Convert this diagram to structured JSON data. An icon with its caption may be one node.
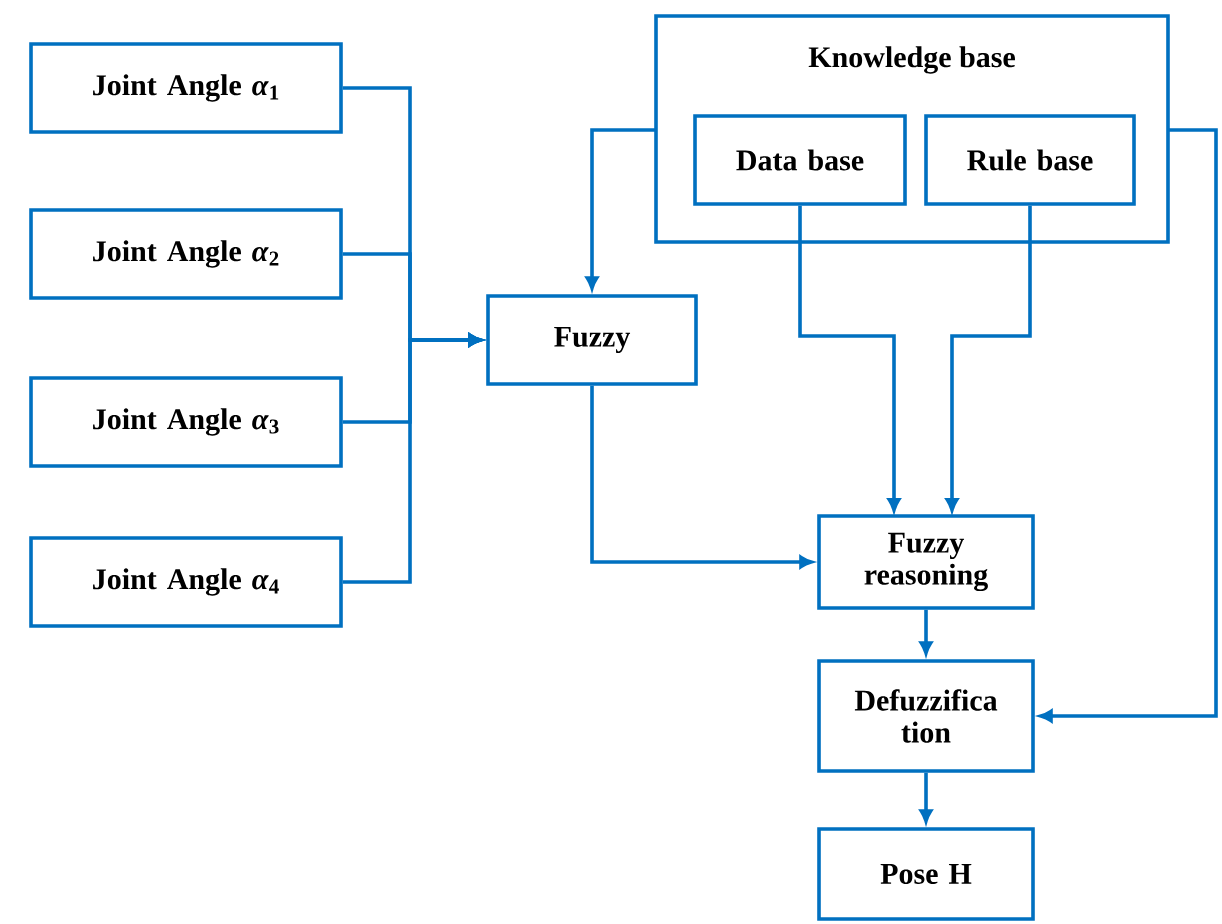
{
  "diagram": {
    "nodes": [
      {
        "text": [
          "Joint Angle *α*$_{1}$"
        ]
      },
      {
        "text": [
          "Joint Angle *α*$_{2}$"
        ]
      },
      {
        "text": [
          "Joint Angle *α*$_{3}$"
        ]
      },
      {
        "text": [
          "Joint Angle *α*$_{4}$"
        ]
      },
      {
        "text": [
          "Knowledge base"
        ]
      },
      {
        "text": [
          "Data base"
        ],
        "in": 4
      },
      {
        "text": [
          "Rule base"
        ],
        "in": 4
      },
      {
        "text": [
          "Fuzzy"
        ]
      },
      {
        "text": [
          "Fuzzy reasoning"
        ]
      },
      {
        "text": [
          "Defuzzifica tion"
        ]
      },
      {
        "text": [
          "Pose H"
        ]
      }
    ],
    "edges": [
      {
        "from": 0,
        "to": 7,
        "arrow": "to"
      },
      {
        "from": 1,
        "to": 7,
        "arrow": "to"
      },
      {
        "from": 2,
        "to": 7,
        "arrow": "to"
      },
      {
        "from": 3,
        "to": 7,
        "arrow": "to"
      },
      {
        "from": 4,
        "to": 7,
        "arrow": "to"
      },
      {
        "from": 4,
        "to": 9,
        "arrow": "to"
      },
      {
        "from": 5,
        "to": 8,
        "arrow": "to"
      },
      {
        "from": 6,
        "to": 8,
        "arrow": "to"
      },
      {
        "from": 7,
        "to": 8,
        "arrow": "to"
      },
      {
        "from": 8,
        "to": 9,
        "arrow": "to"
      },
      {
        "from": 9,
        "to": 10,
        "arrow": "to"
      }
    ]
  }
}
